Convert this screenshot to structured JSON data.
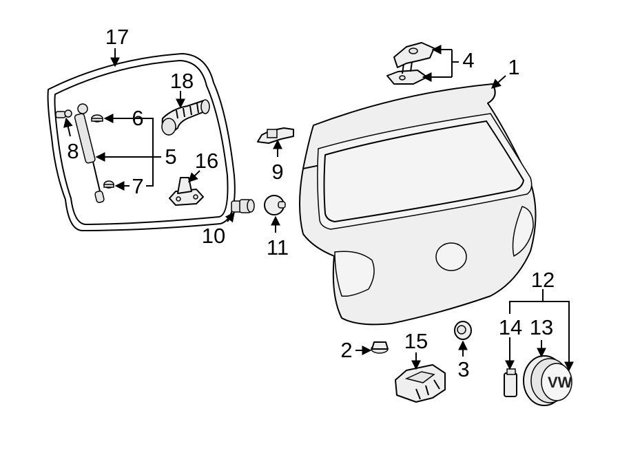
{
  "diagram": {
    "callouts": [
      {
        "id": "c1",
        "label": "1"
      },
      {
        "id": "c2",
        "label": "2"
      },
      {
        "id": "c3",
        "label": "3"
      },
      {
        "id": "c4",
        "label": "4"
      },
      {
        "id": "c5",
        "label": "5"
      },
      {
        "id": "c6",
        "label": "6"
      },
      {
        "id": "c7",
        "label": "7"
      },
      {
        "id": "c8",
        "label": "8"
      },
      {
        "id": "c9",
        "label": "9"
      },
      {
        "id": "c10",
        "label": "10"
      },
      {
        "id": "c11",
        "label": "11"
      },
      {
        "id": "c12",
        "label": "12"
      },
      {
        "id": "c13",
        "label": "13"
      },
      {
        "id": "c14",
        "label": "14"
      },
      {
        "id": "c15",
        "label": "15"
      },
      {
        "id": "c16",
        "label": "16"
      },
      {
        "id": "c17",
        "label": "17"
      },
      {
        "id": "c18",
        "label": "18"
      }
    ],
    "emblem_text": "VW"
  }
}
